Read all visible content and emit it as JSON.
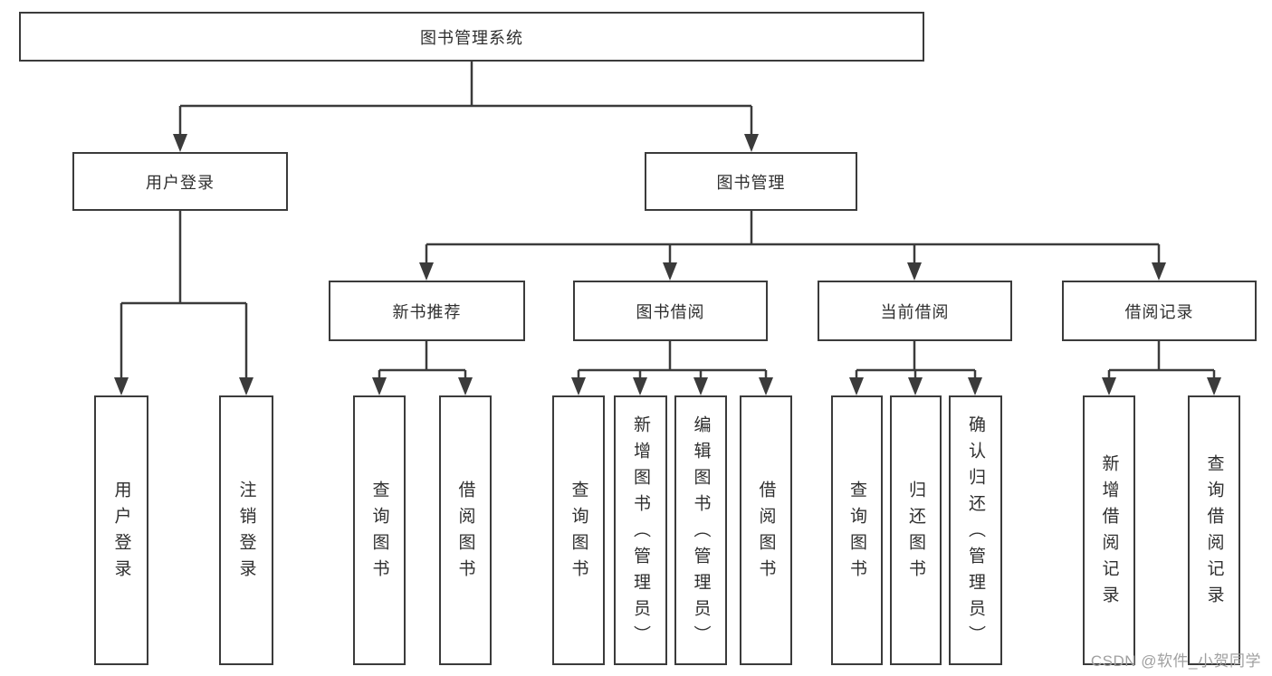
{
  "diagram": {
    "root_label": "图书管理系统",
    "level2": [
      {
        "label": "用户登录"
      },
      {
        "label": "图书管理"
      }
    ],
    "user_login_children": [
      "用户登录",
      "注销登录"
    ],
    "sections": [
      {
        "label": "新书推荐",
        "children": [
          "查询图书",
          "借阅图书"
        ]
      },
      {
        "label": "图书借阅",
        "children": [
          "查询图书",
          "新增图书（管理员）",
          "编辑图书（管理员）",
          "借阅图书"
        ]
      },
      {
        "label": "当前借阅",
        "children": [
          "查询图书",
          "归还图书",
          "确认归还（管理员）"
        ]
      },
      {
        "label": "借阅记录",
        "children": [
          "新增借阅记录",
          "查询借阅记录"
        ]
      }
    ]
  },
  "colors": {
    "line": "#3b3b3b",
    "text": "#2f2f2f",
    "box_background": "#ffffff",
    "watermark": "#a0a0a0"
  },
  "watermark": {
    "text": "CSDN @软件_小贺同学"
  }
}
